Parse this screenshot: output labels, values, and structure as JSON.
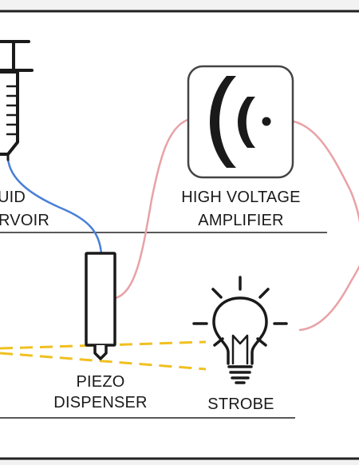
{
  "labels": {
    "reservoir_line1": "UID",
    "reservoir_line2": "RVOIR",
    "amplifier_line1": "HIGH VOLTAGE",
    "amplifier_line2": "AMPLIFIER",
    "piezo_line1": "PIEZO",
    "piezo_line2": "DISPENSER",
    "strobe": "STROBE"
  },
  "icons": {
    "reservoir": "syringe-icon",
    "amplifier": "sound-wave-icon",
    "piezo": "piezo-dispenser-icon",
    "strobe": "light-bulb-icon"
  },
  "colors": {
    "liquid_line": "#4a7fd6",
    "signal_wire": "#e8a2a6",
    "light_beam": "#f0c020",
    "outline": "#1a1a1a"
  }
}
